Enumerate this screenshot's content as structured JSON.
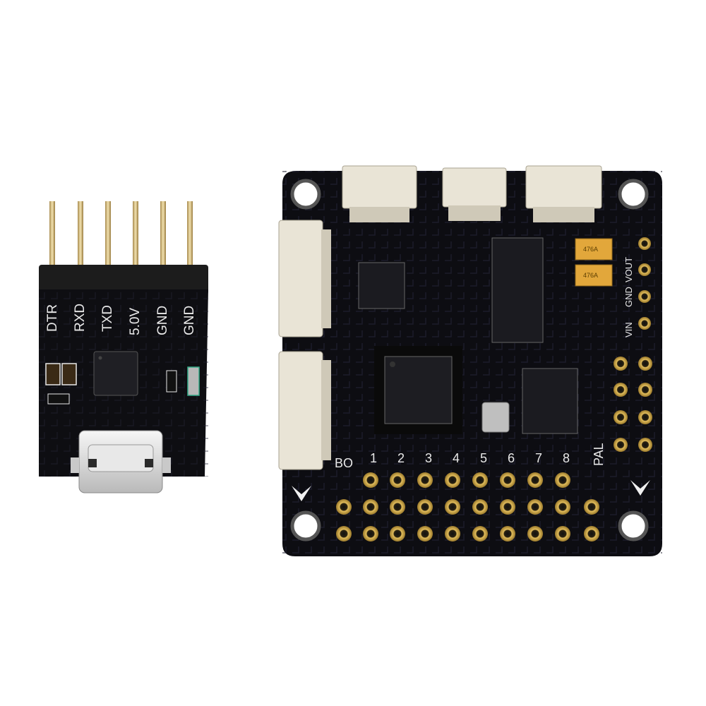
{
  "ftdi": {
    "pin_labels": [
      "DTR",
      "RXD",
      "TXD",
      "5.0V",
      "GND",
      "GND"
    ]
  },
  "fc": {
    "output_labels": [
      "BO",
      "1",
      "2",
      "3",
      "4",
      "5",
      "6",
      "7",
      "8"
    ],
    "pal_label": "PAL",
    "voltage_labels": [
      "VIN",
      "GND",
      "VOUT"
    ],
    "cap_labels": [
      "476A",
      "476A"
    ]
  },
  "colors": {
    "pcb": "#0d0d12",
    "silkscreen": "#e8e8e8",
    "gold": "#c9a24a",
    "connector": "#e9e4d6"
  }
}
